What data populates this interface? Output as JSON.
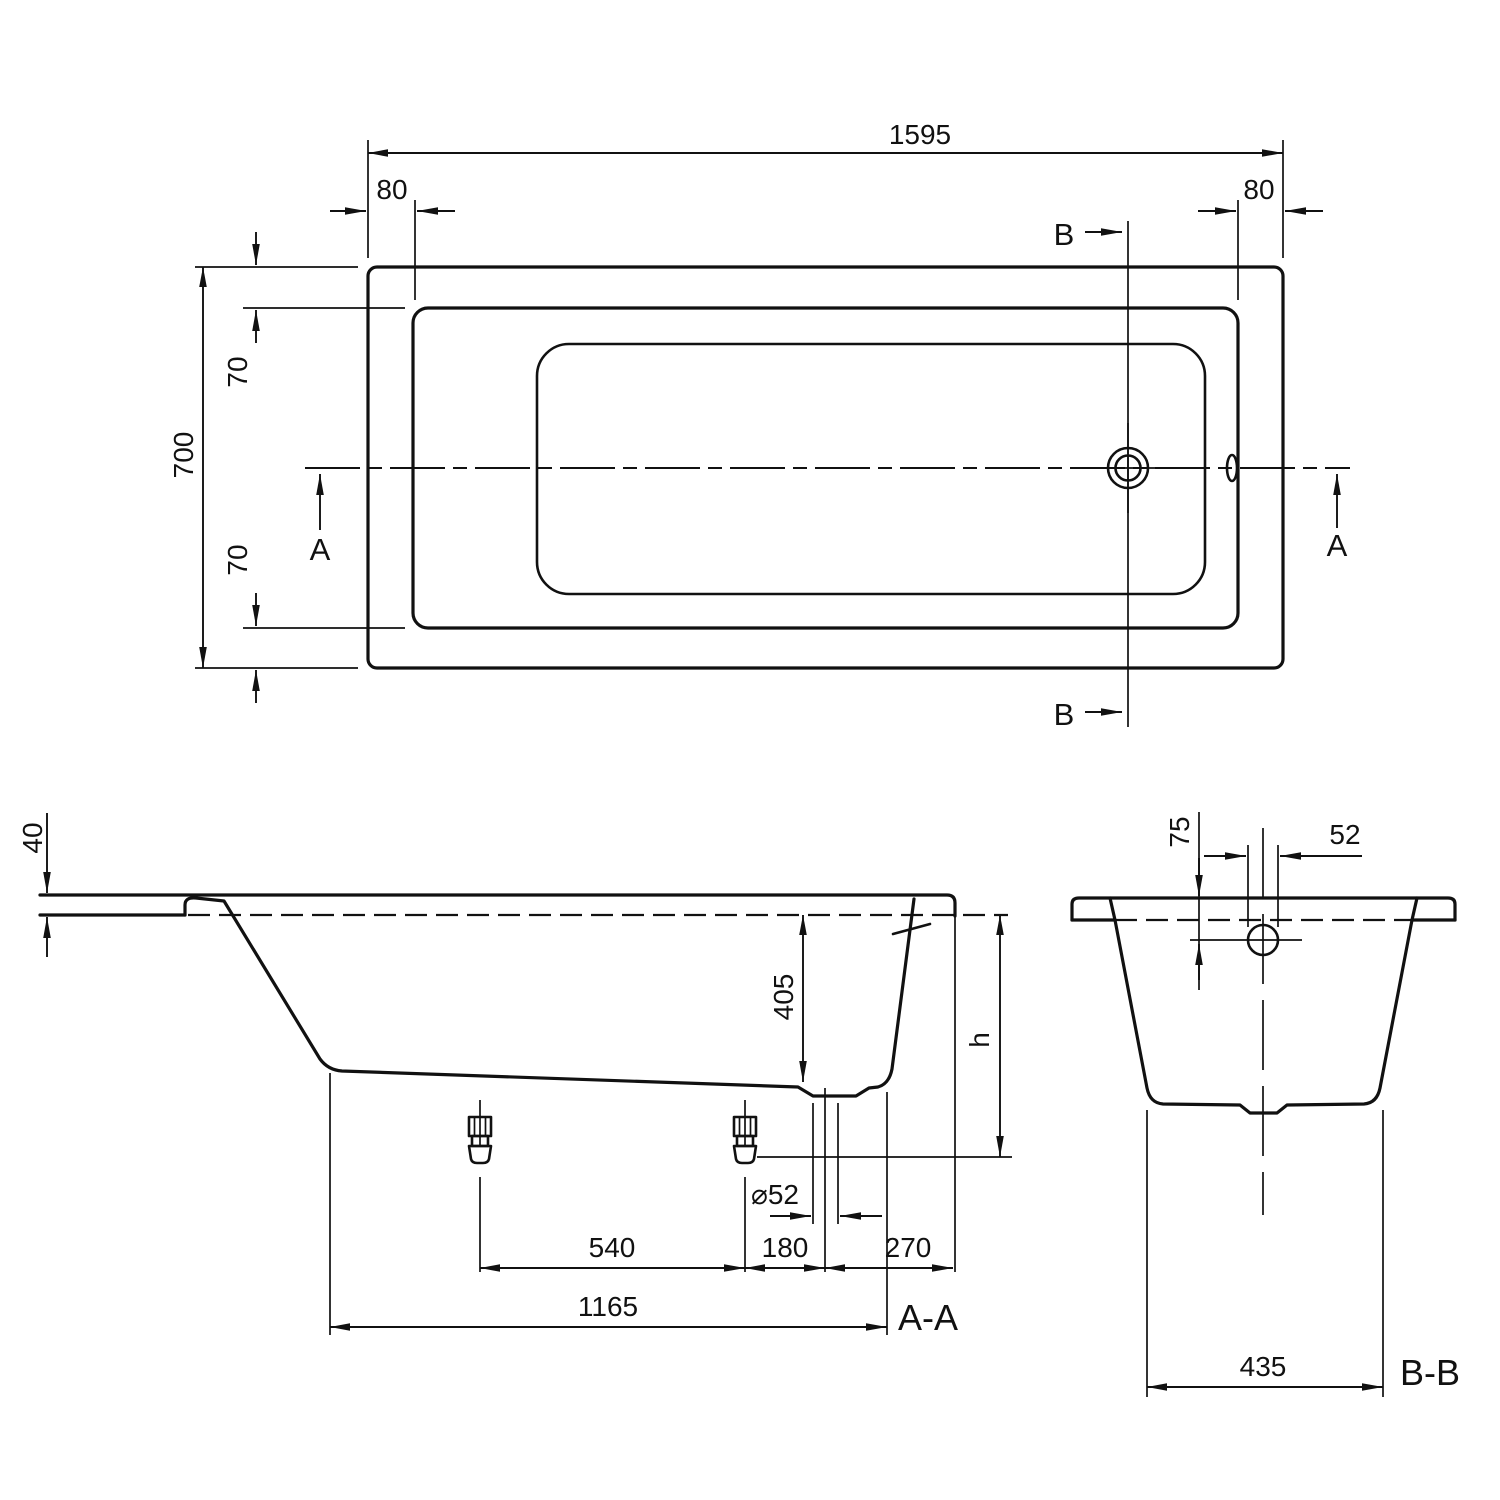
{
  "top_view": {
    "length": "1595",
    "rim_offset_left": "80",
    "rim_offset_right": "80",
    "width": "700",
    "rim_inset_top": "70",
    "rim_inset_bottom": "70",
    "section_a": "A",
    "section_b": "B"
  },
  "section_aa": {
    "label": "A-A",
    "rim_thickness": "40",
    "inner_depth": "405",
    "total_height": "h",
    "drain_diameter": "⌀52",
    "foot_spacing": "540",
    "foot_to_drain": "180",
    "drain_to_end": "270",
    "foot_span": "1165"
  },
  "section_bb": {
    "label": "B-B",
    "overflow_drop": "75",
    "overflow_diameter": "52",
    "base_width": "435"
  }
}
